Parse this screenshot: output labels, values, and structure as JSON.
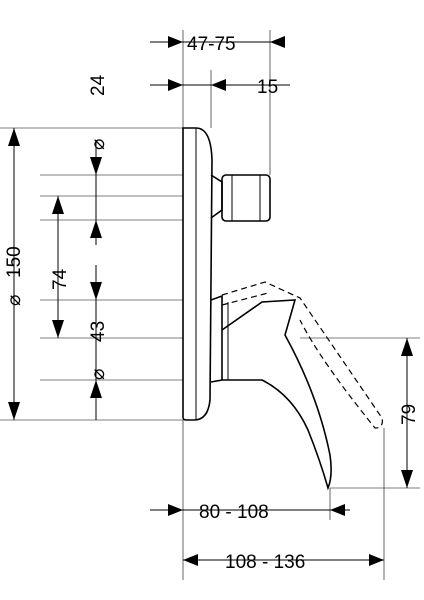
{
  "dimensions": {
    "top_range": "47-75",
    "top_small": "15",
    "dia_24": "24",
    "dia_150": "150",
    "dim_74": "74",
    "dia_43": "43",
    "dim_79": "79",
    "bottom_range_1": "80 - 108",
    "bottom_range_2": "108 - 136"
  },
  "symbols": {
    "diameter": "⌀"
  }
}
